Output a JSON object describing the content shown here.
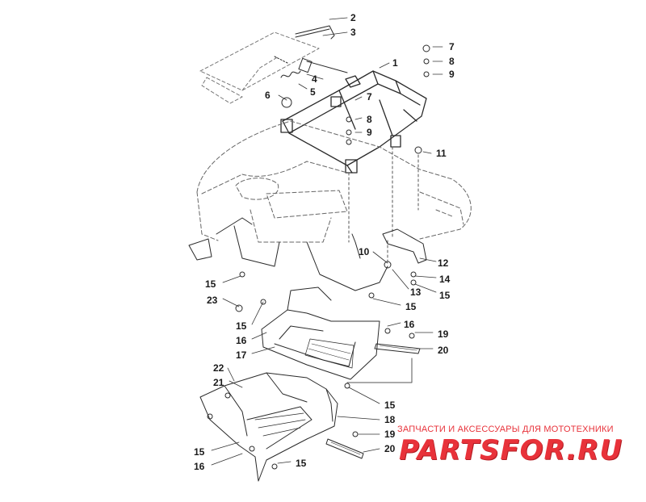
{
  "callouts": [
    "1",
    "2",
    "3",
    "4",
    "5",
    "6",
    "7",
    "8",
    "9",
    "10",
    "11",
    "12",
    "13",
    "14",
    "15",
    "16",
    "17",
    "18",
    "19",
    "20",
    "21",
    "22",
    "23"
  ],
  "labels": {
    "c1": "1",
    "c2": "2",
    "c3": "3",
    "c4": "4",
    "c5": "5",
    "c6": "6",
    "c7a": "7",
    "c8a": "8",
    "c9a": "9",
    "c7b": "7",
    "c8b": "8",
    "c9b": "9",
    "c10": "10",
    "c11": "11",
    "c12": "12",
    "c13": "13",
    "c14": "14",
    "c15a": "15",
    "c15b": "15",
    "c15c": "15",
    "c15d": "15",
    "c15e": "15",
    "c15f": "15",
    "c15g": "15",
    "c16a": "16",
    "c16b": "16",
    "c16c": "16",
    "c17": "17",
    "c18": "18",
    "c19a": "19",
    "c19b": "19",
    "c20a": "20",
    "c20b": "20",
    "c21": "21",
    "c22": "22",
    "c23": "23"
  },
  "watermark": {
    "caption": "ЗАПЧАСТИ И АКСЕССУАРЫ ДЛЯ МОТОТЕХНИКИ",
    "logo": "PARTSFOR.RU"
  },
  "colors": {
    "line": "#2a2a2a",
    "dash": "#555555",
    "watermark": "#e8323a"
  }
}
